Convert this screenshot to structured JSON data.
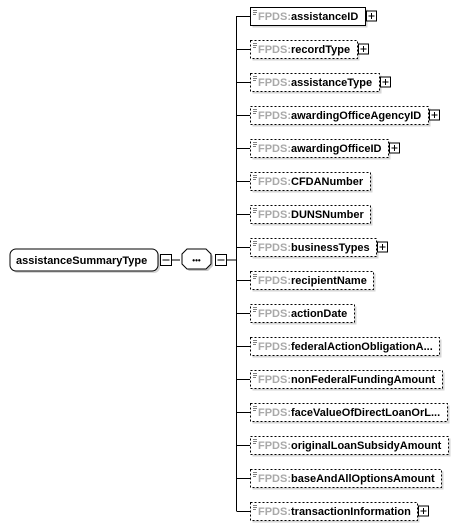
{
  "root": {
    "label": "assistanceSummaryType"
  },
  "sequence": {
    "symbol": "•••"
  },
  "elements": [
    {
      "prefix": "FPDS:",
      "name": "assistanceID",
      "required": true,
      "expandable": true
    },
    {
      "prefix": "FPDS:",
      "name": "recordType",
      "required": false,
      "expandable": true
    },
    {
      "prefix": "FPDS:",
      "name": "assistanceType",
      "required": false,
      "expandable": true
    },
    {
      "prefix": "FPDS:",
      "name": "awardingOfficeAgencyID",
      "required": false,
      "expandable": true
    },
    {
      "prefix": "FPDS:",
      "name": "awardingOfficeID",
      "required": false,
      "expandable": true
    },
    {
      "prefix": "FPDS:",
      "name": "CFDANumber",
      "required": false,
      "expandable": false
    },
    {
      "prefix": "FPDS:",
      "name": "DUNSNumber",
      "required": false,
      "expandable": false
    },
    {
      "prefix": "FPDS:",
      "name": "businessTypes",
      "required": false,
      "expandable": true
    },
    {
      "prefix": "FPDS:",
      "name": "recipientName",
      "required": false,
      "expandable": false
    },
    {
      "prefix": "FPDS:",
      "name": "actionDate",
      "required": false,
      "expandable": false
    },
    {
      "prefix": "FPDS:",
      "name": "federalActionObligationA...",
      "required": false,
      "expandable": false
    },
    {
      "prefix": "FPDS:",
      "name": "nonFederalFundingAmount",
      "required": false,
      "expandable": false
    },
    {
      "prefix": "FPDS:",
      "name": "faceValueOfDirectLoanOrL...",
      "required": false,
      "expandable": false
    },
    {
      "prefix": "FPDS:",
      "name": "originalLoanSubsidyAmount",
      "required": false,
      "expandable": false
    },
    {
      "prefix": "FPDS:",
      "name": "baseAndAllOptionsAmount",
      "required": false,
      "expandable": false
    },
    {
      "prefix": "FPDS:",
      "name": "transactionInformation",
      "required": false,
      "expandable": true
    }
  ]
}
